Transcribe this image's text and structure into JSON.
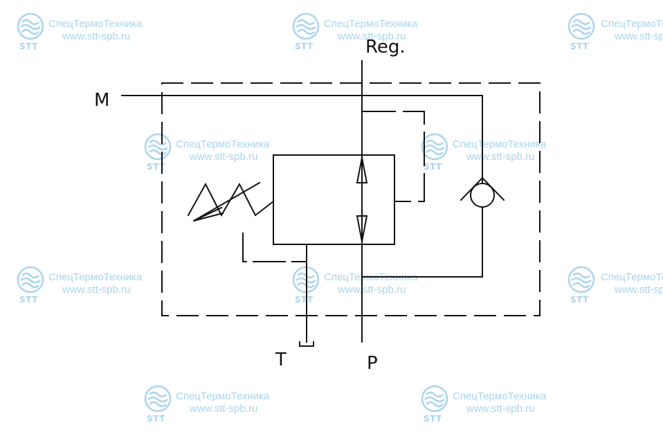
{
  "ports": {
    "reg": "Reg.",
    "m": "M",
    "t": "T",
    "p": "P"
  },
  "watermark": {
    "name": "СпецТермоТехника",
    "url": "www.stt-spb.ru",
    "abbr": "STT",
    "color": "#a9d4ec"
  },
  "colors": {
    "line": "#111111",
    "background": "#ffffff"
  }
}
